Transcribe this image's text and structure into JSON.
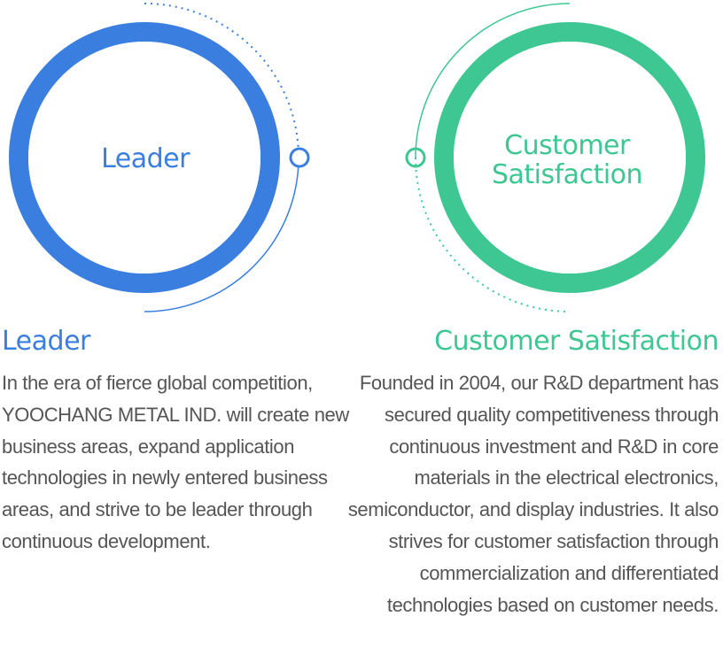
{
  "leader": {
    "circle_label": "Leader",
    "heading": "Leader",
    "body": "In the era of fierce global competition, YOOCHANG METAL IND. will create new business areas, expand application technologies in newly entered business areas, and strive to be leader through continuous development.",
    "color": "#3a7fe0"
  },
  "customer": {
    "circle_label": "Customer Satisfaction",
    "heading": "Customer Satisfaction",
    "body": "Founded in 2004, our R&D department has secured quality competitiveness through continuous investment and R&D in core materials in the electrical electronics, semiconductor, and display industries. It also strives for customer satisfaction through commercialization and differentiated technologies based on customer needs.",
    "color": "#3ec792"
  }
}
